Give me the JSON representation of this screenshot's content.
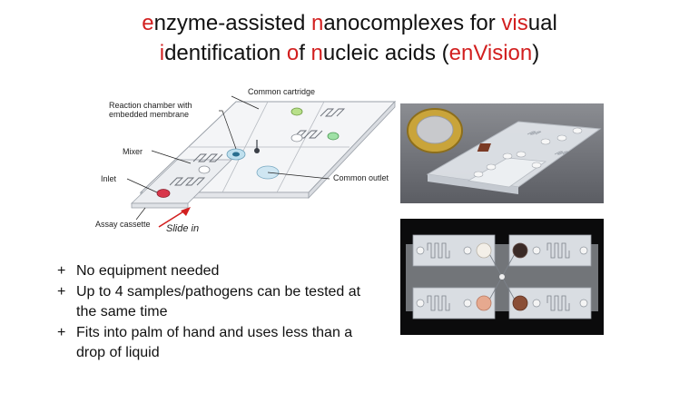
{
  "title": {
    "line1": [
      {
        "text": "e",
        "red": true
      },
      {
        "text": "nzyme-assisted ",
        "red": false
      },
      {
        "text": "n",
        "red": true
      },
      {
        "text": "anocomplexes for ",
        "red": false
      },
      {
        "text": "vis",
        "red": true
      },
      {
        "text": "ual",
        "red": false
      }
    ],
    "line2": [
      {
        "text": "i",
        "red": true
      },
      {
        "text": "dentification ",
        "red": false
      },
      {
        "text": "o",
        "red": true
      },
      {
        "text": "f ",
        "red": false
      },
      {
        "text": "n",
        "red": true
      },
      {
        "text": "ucleic acids (",
        "red": false
      },
      {
        "text": "enVision",
        "red": true
      },
      {
        "text": ")",
        "red": false
      }
    ]
  },
  "diagram": {
    "common_cartridge": "Common cartridge",
    "reaction_chamber": "Reaction chamber with\nembedded membrane",
    "mixer": "Mixer",
    "inlet": "Inlet",
    "common_outlet": "Common outlet",
    "assay_cassette": "Assay cassette",
    "slide_in": "Slide in"
  },
  "bullets": [
    {
      "mark": "+",
      "text": "No equipment needed"
    },
    {
      "mark": "+",
      "text": "Up to 4 samples/pathogens can be tested at the same time"
    },
    {
      "mark": "+",
      "text": "Fits into palm of hand and uses less than a drop of liquid"
    }
  ],
  "colors": {
    "accent_red": "#d21f1f",
    "text": "#111111"
  }
}
